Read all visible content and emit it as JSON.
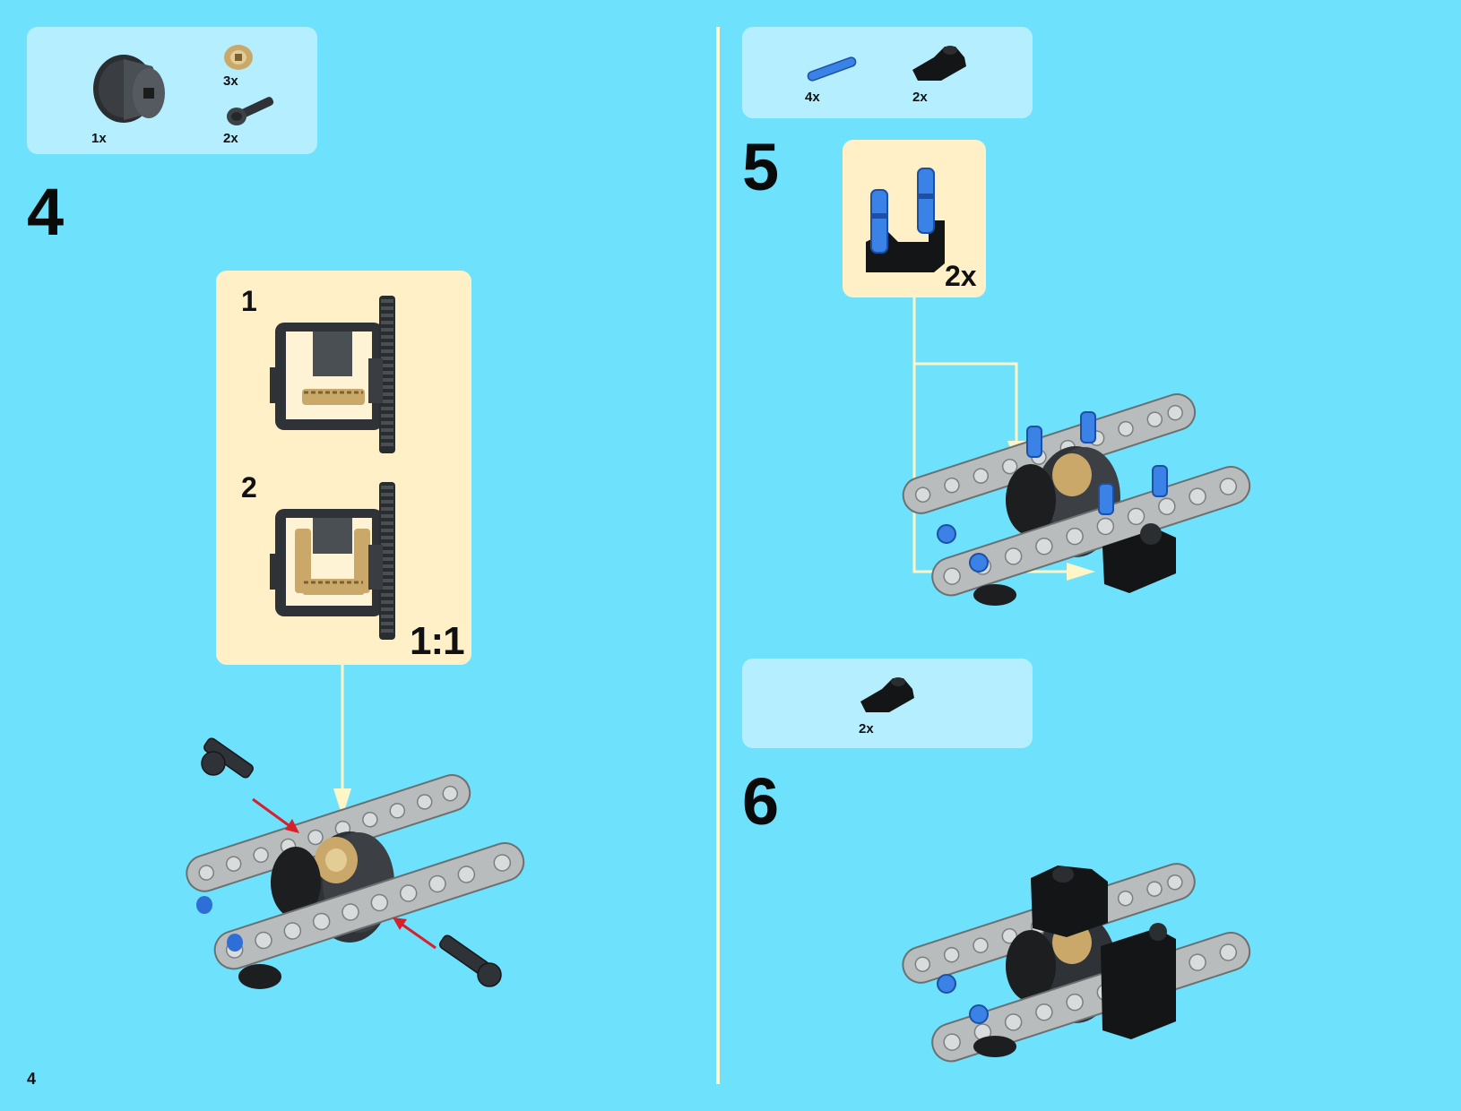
{
  "page": {
    "number": "4"
  },
  "colors": {
    "background": "#6ee1fd",
    "parts_box": "#b5efff",
    "callout": "#fff0c8",
    "arrow_red": "#d8202a",
    "arrow_cream": "#fff6c8"
  },
  "steps": [
    {
      "number": "4",
      "parts": [
        {
          "icon": "differential-gear-icon",
          "qty": "1x"
        },
        {
          "icon": "bevel-gear-small-icon",
          "qty": "3x"
        },
        {
          "icon": "axle-with-stop-icon",
          "qty": "2x"
        }
      ],
      "callout": {
        "substeps": [
          {
            "number": "1"
          },
          {
            "number": "2"
          }
        ],
        "scale": "1:1"
      }
    },
    {
      "number": "5",
      "parts": [
        {
          "icon": "blue-pin-icon",
          "qty": "4x"
        },
        {
          "icon": "black-connector-icon",
          "qty": "2x"
        }
      ],
      "callout": {
        "qty": "2x"
      }
    },
    {
      "number": "6",
      "parts": [
        {
          "icon": "black-connector-icon",
          "qty": "2x"
        }
      ]
    }
  ]
}
